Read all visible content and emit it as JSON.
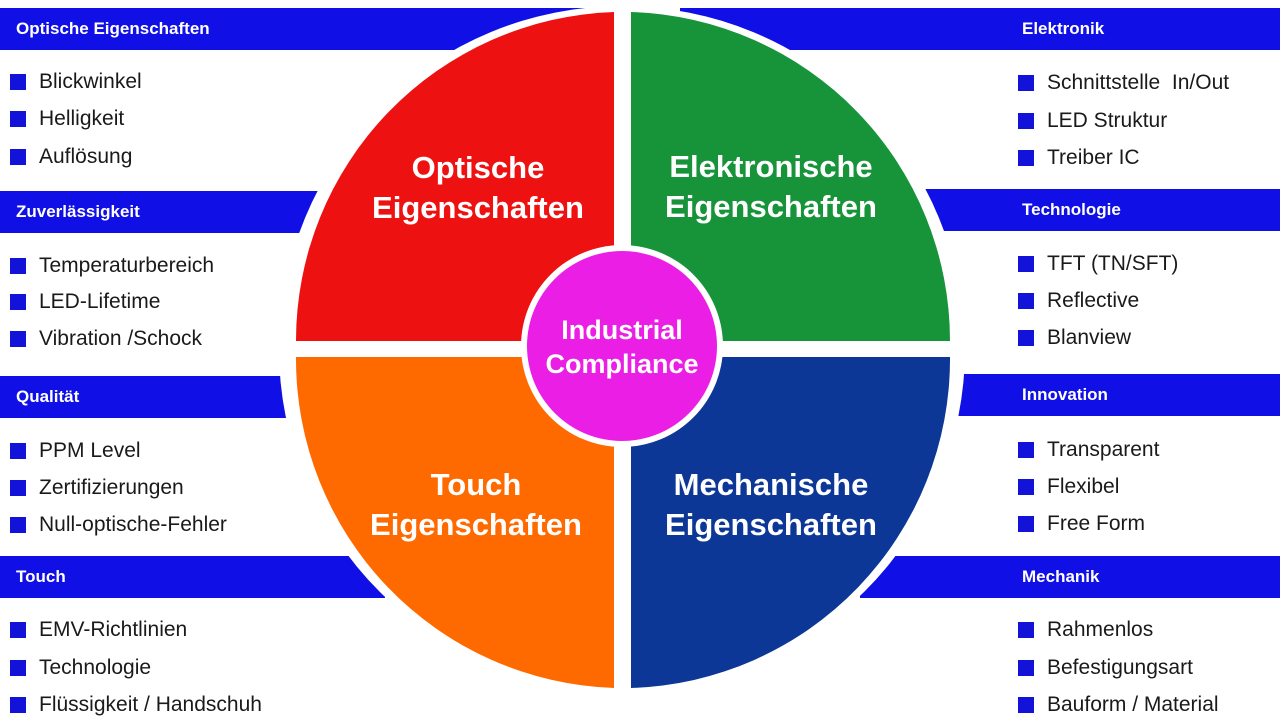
{
  "colors": {
    "bar": "#1010e6",
    "bullet": "#1212d8",
    "optische": "#ee1111",
    "elektronische": "#17943a",
    "touch": "#ff6a00",
    "mechanische": "#0d3796",
    "center": "#ea1ee4"
  },
  "center": {
    "line1": "Industrial",
    "line2": "Compliance"
  },
  "quadrants": {
    "optische": {
      "line1": "Optische",
      "line2": "Eigenschaften"
    },
    "elektronische": {
      "line1": "Elektronische",
      "line2": "Eigenschaften"
    },
    "touch": {
      "line1": "Touch",
      "line2": "Eigenschaften"
    },
    "mechanische": {
      "line1": "Mechanische",
      "line2": "Eigenschaften"
    }
  },
  "left_groups": [
    {
      "title": "Optische Eigenschaften",
      "items": [
        "Blickwinkel",
        "Helligkeit",
        "Auflösung"
      ]
    },
    {
      "title": "Zuverlässigkeit",
      "items": [
        "Temperaturbereich",
        "LED-Lifetime",
        "Vibration /Schock"
      ]
    },
    {
      "title": "Qualität",
      "items": [
        "PPM Level",
        "Zertifizierungen",
        "Null-optische-Fehler"
      ]
    },
    {
      "title": "Touch",
      "items": [
        "EMV-Richtlinien",
        "Technologie",
        "Flüssigkeit / Handschuh"
      ]
    }
  ],
  "right_groups": [
    {
      "title": "Elektronik",
      "items": [
        "Schnittstelle  In/Out",
        "LED Struktur",
        "Treiber IC"
      ]
    },
    {
      "title": "Technologie",
      "items": [
        "TFT (TN/SFT)",
        "Reflective",
        "Blanview"
      ]
    },
    {
      "title": "Innovation",
      "items": [
        "Transparent",
        "Flexibel",
        "Free Form"
      ]
    },
    {
      "title": "Mechanik",
      "items": [
        "Rahmenlos",
        "Befestigungsart",
        "Bauform / Material"
      ]
    }
  ]
}
